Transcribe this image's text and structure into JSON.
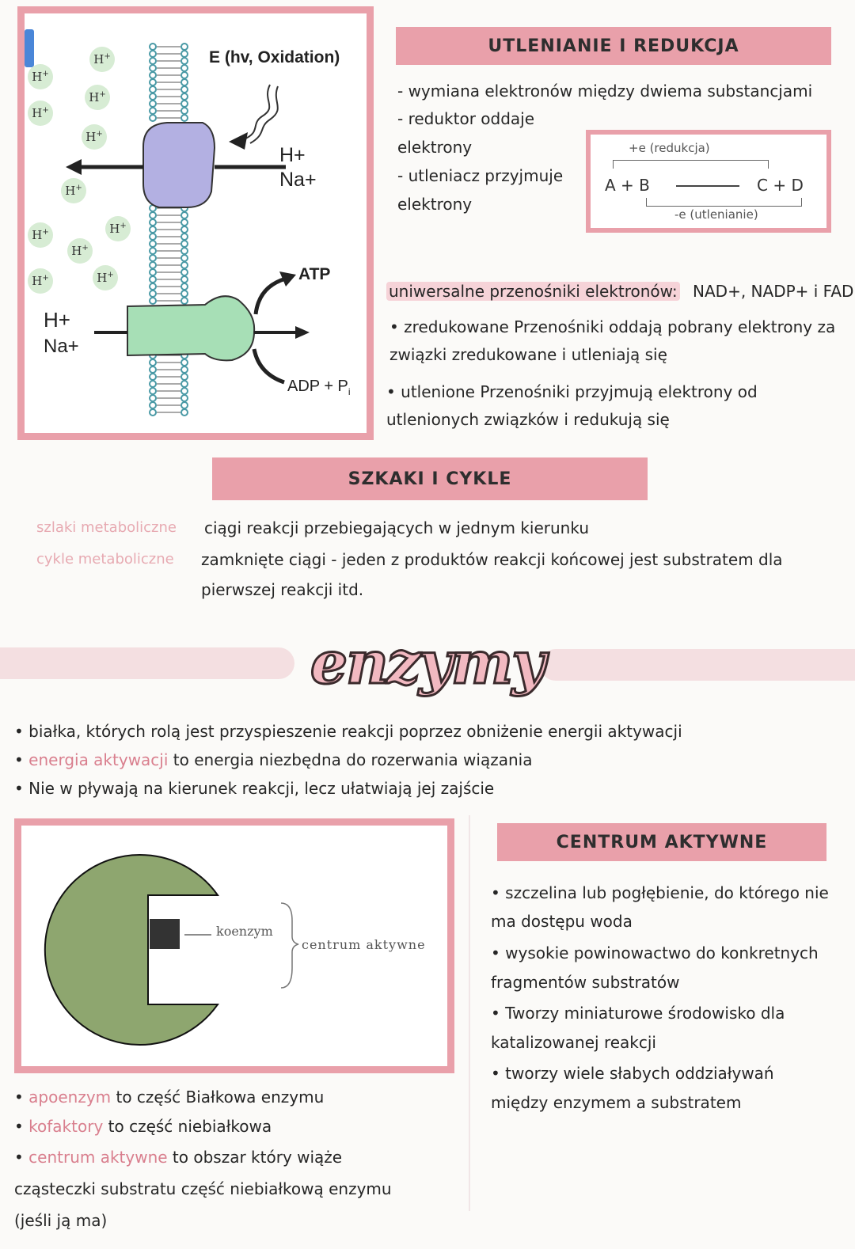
{
  "membrane_figure": {
    "energy_label": "E (hv, Oxidation)",
    "h_ion": "H",
    "plus": "+",
    "right_ions": [
      "H+",
      "Na+"
    ],
    "left_ions": [
      "H+",
      "Na+"
    ],
    "atp": "ATP",
    "adp": "ADP + P",
    "adp_sub": "i"
  },
  "redox": {
    "header": "UTLENIANIE I REDUKCJA",
    "lines": [
      "- wymiana elektronów między dwiema substancjami",
      "- reduktor oddaje",
      "elektrony",
      "- utleniacz przyjmuje",
      "elektrony"
    ],
    "equation": {
      "top": "+e (redukcja)",
      "main": "A + B",
      "products": "C + D",
      "bottom": "-e (utlenianie)"
    },
    "carriers_label": "uniwersalne przenośniki elektronów:",
    "carriers_value": "NAD+, NADP+ i FAD",
    "bullets": [
      "zredukowane Przenośniki oddają pobrany elektrony za",
      "związki zredukowane i utleniają się",
      "utlenione Przenośniki przyjmują elektrony od",
      "utlenionych związków i redukują się"
    ]
  },
  "pathways": {
    "header": "SZKAKI I CYKLE",
    "term1": "szlaki metaboliczne",
    "def1": "ciągi reakcji przebiegających w jednym kierunku",
    "term2": "cykle metaboliczne",
    "def2a": "zamknięte ciągi - jeden z produktów reakcji końcowej jest substratem dla",
    "def2b": "pierwszej reakcji itd."
  },
  "enzymes": {
    "title": "enzymy",
    "bullet1": "białka, których rolą jest przyspieszenie reakcji poprzez obniżenie energii aktywacji",
    "bullet2_hl": "energia aktywacji",
    "bullet2_rest": " to energia niezbędna do rozerwania wiązania",
    "bullet3": "Nie w pływają na kierunek reakcji, lecz ułatwiają jej zajście"
  },
  "enzyme_figure": {
    "coenzyme_label": "koenzym",
    "center_label": "centrum aktywne"
  },
  "enzyme_parts": {
    "b1_hl": "apoenzym",
    "b1_rest": " to część Białkowa enzymu",
    "b2_hl": "kofaktory",
    "b2_rest": " to część niebiałkowa",
    "b3_hl": "centrum aktywne",
    "b3_rest": " to obszar który wiąże",
    "b3_line2": "cząsteczki substratu część niebiałkową enzymu",
    "b3_line3": "(jeśli ją ma)"
  },
  "active_center": {
    "header": "CENTRUM AKTYWNE",
    "lines": [
      "• szczelina lub pogłębienie, do którego nie",
      "ma dostępu woda",
      "• wysokie powinowactwo do konkretnych",
      "fragmentów substratów",
      "• Tworzy miniaturowe środowisko dla",
      "katalizowanej reakcji",
      "• tworzy wiele słabych oddziaływań",
      "między enzymem a substratem"
    ]
  },
  "colors": {
    "accent_pink": "#e9a0aa",
    "enzyme_green": "#8ea66f",
    "protein_purple": "#b3b0e2",
    "protein_green": "#a7dfb6",
    "lipid_teal": "#4a9aa6"
  }
}
